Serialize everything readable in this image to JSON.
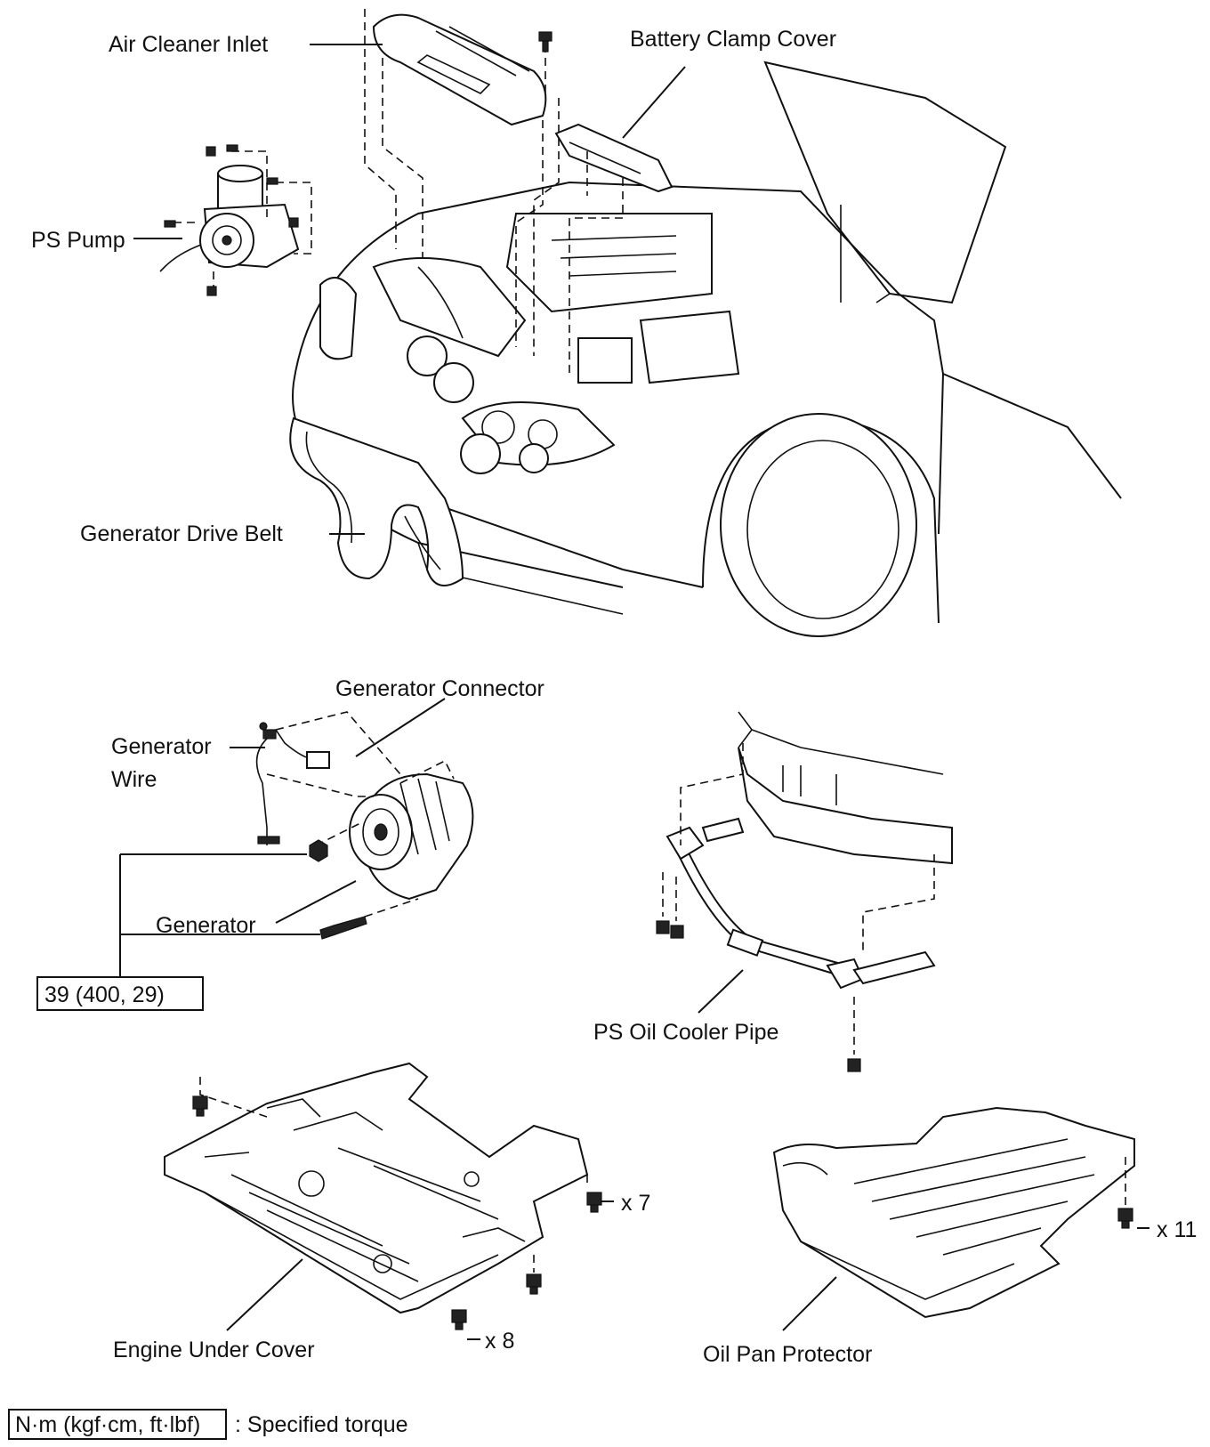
{
  "labels": {
    "air_cleaner_inlet": "Air Cleaner Inlet",
    "battery_clamp_cover": "Battery Clamp Cover",
    "ps_pump": "PS Pump",
    "generator_drive_belt": "Generator Drive Belt",
    "generator_connector": "Generator Connector",
    "generator_wire_line1": "Generator",
    "generator_wire_line2": "Wire",
    "generator": "Generator",
    "ps_oil_cooler_pipe": "PS Oil Cooler Pipe",
    "engine_under_cover": "Engine Under Cover",
    "oil_pan_protector": "Oil Pan Protector"
  },
  "torque": {
    "value": "39 (400, 29)"
  },
  "bolt_counts": {
    "under_cover_side": "x 7",
    "under_cover_bottom": "x 8",
    "oil_pan": "x 11"
  },
  "legend": {
    "unit": "N·m (kgf·cm, ft·lbf)",
    "description": ": Specified torque"
  }
}
